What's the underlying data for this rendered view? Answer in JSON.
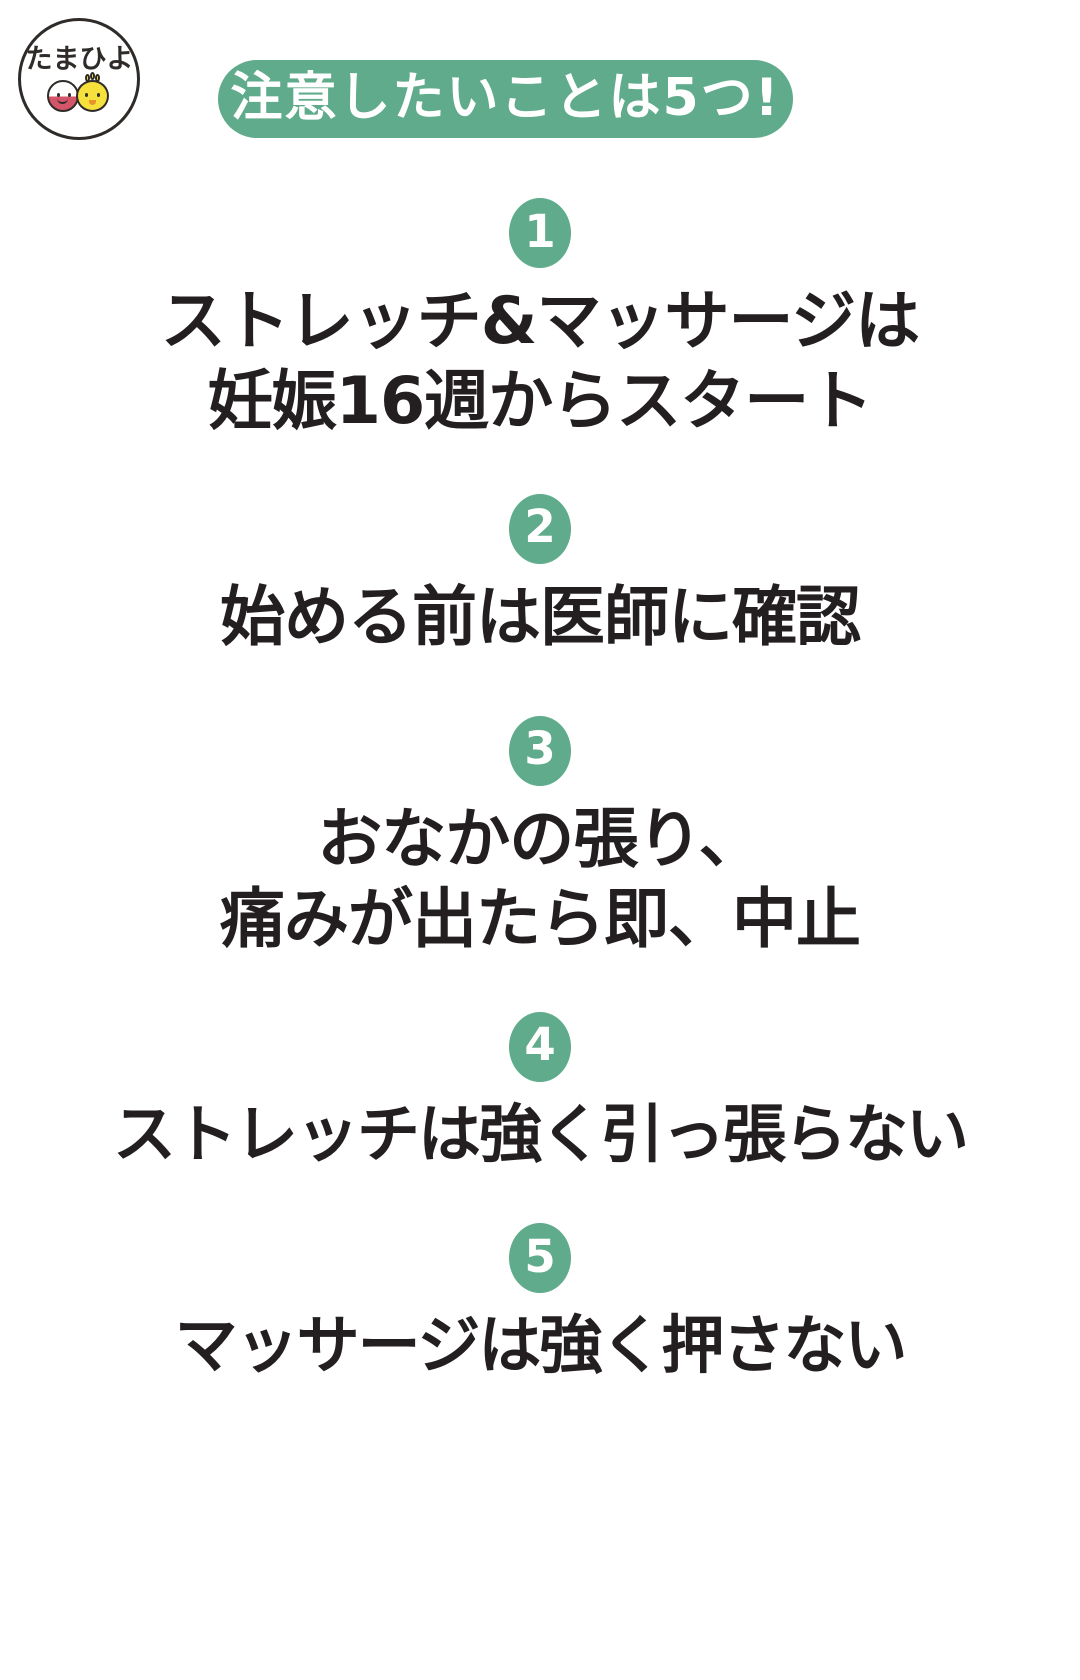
{
  "brand": {
    "logo_name": "たまひよ",
    "logo_chars": [
      "た",
      "ま",
      "ひ",
      "よ"
    ],
    "icon_egg": "egg-character",
    "icon_chick": "chick-character"
  },
  "header": {
    "title": "注意したいことは5つ!",
    "pill_color": "#5fab8b",
    "text_color": "#ffffff"
  },
  "colors": {
    "accent_green": "#5fab8b",
    "text_dark": "#231f20",
    "background": "#ffffff",
    "chick_yellow": "#f5e03c",
    "egg_pink": "#d4556a",
    "beak_orange": "#e8922a"
  },
  "tips": [
    {
      "number": "1",
      "lines": [
        "ストレッチ&マッサージは",
        "妊娠16週からスタート"
      ]
    },
    {
      "number": "2",
      "lines": [
        "始める前は医師に確認"
      ]
    },
    {
      "number": "3",
      "lines": [
        "おなかの張り、",
        "痛みが出たら即、中止"
      ]
    },
    {
      "number": "4",
      "lines": [
        "ストレッチは強く引っ張らない"
      ]
    },
    {
      "number": "5",
      "lines": [
        "マッサージは強く押さない"
      ]
    }
  ]
}
